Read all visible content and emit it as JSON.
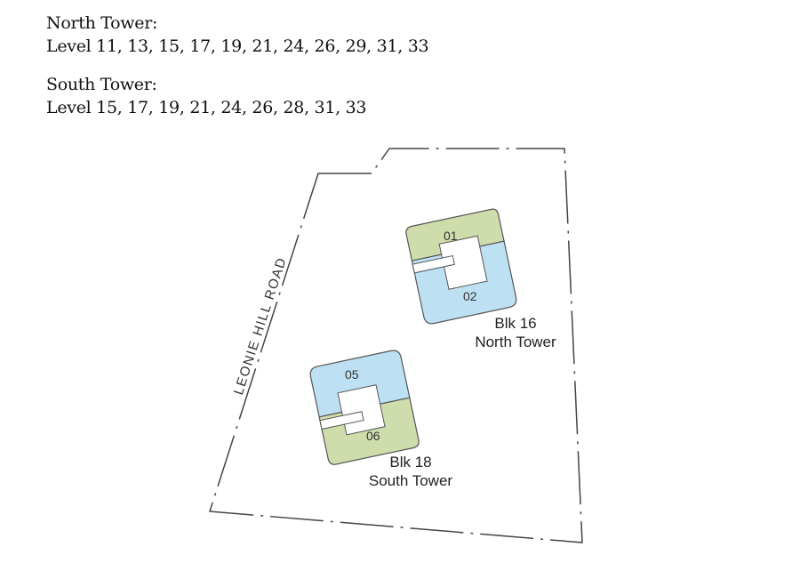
{
  "north_tower": {
    "heading": "North Tower:",
    "levels": "Level 11, 13, 15, 17, 19, 21, 24, 26, 29, 31, 33",
    "block": "Blk 16",
    "name": "North Tower",
    "units": [
      "01",
      "02"
    ]
  },
  "south_tower": {
    "heading": "South Tower:",
    "levels": "Level 15, 17, 19, 21, 24, 26, 28, 31, 33",
    "block": "Blk 18",
    "name": "South Tower",
    "units": [
      "05",
      "06"
    ]
  },
  "road": "LEONIE HILL ROAD",
  "colors": {
    "green": "#cfdcab",
    "blue": "#bde1f2",
    "outline": "#555555"
  }
}
